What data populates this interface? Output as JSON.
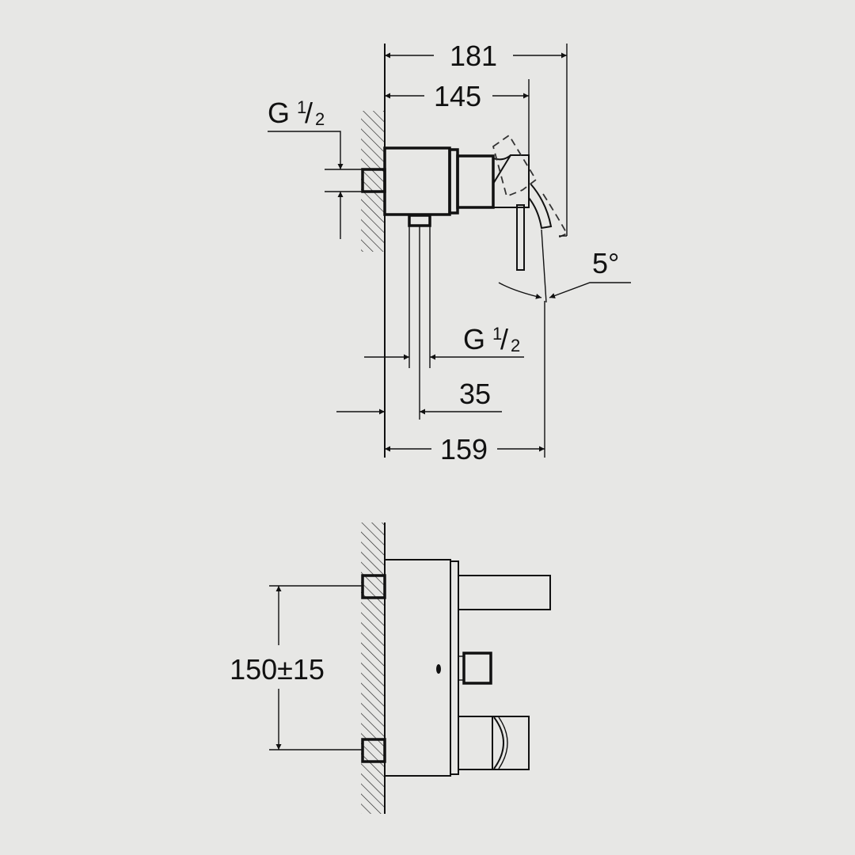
{
  "top_view": {
    "dim_overall_depth": "181",
    "dim_body_depth": "145",
    "dim_projection": "159",
    "dim_pipe_offset": "35",
    "angle": "5°",
    "thread_inlet": {
      "letter": "G",
      "num": "1",
      "den": "2"
    },
    "thread_outlet": {
      "letter": "G",
      "num": "1",
      "den": "2"
    }
  },
  "front_view": {
    "dim_center_distance": "150±15"
  }
}
